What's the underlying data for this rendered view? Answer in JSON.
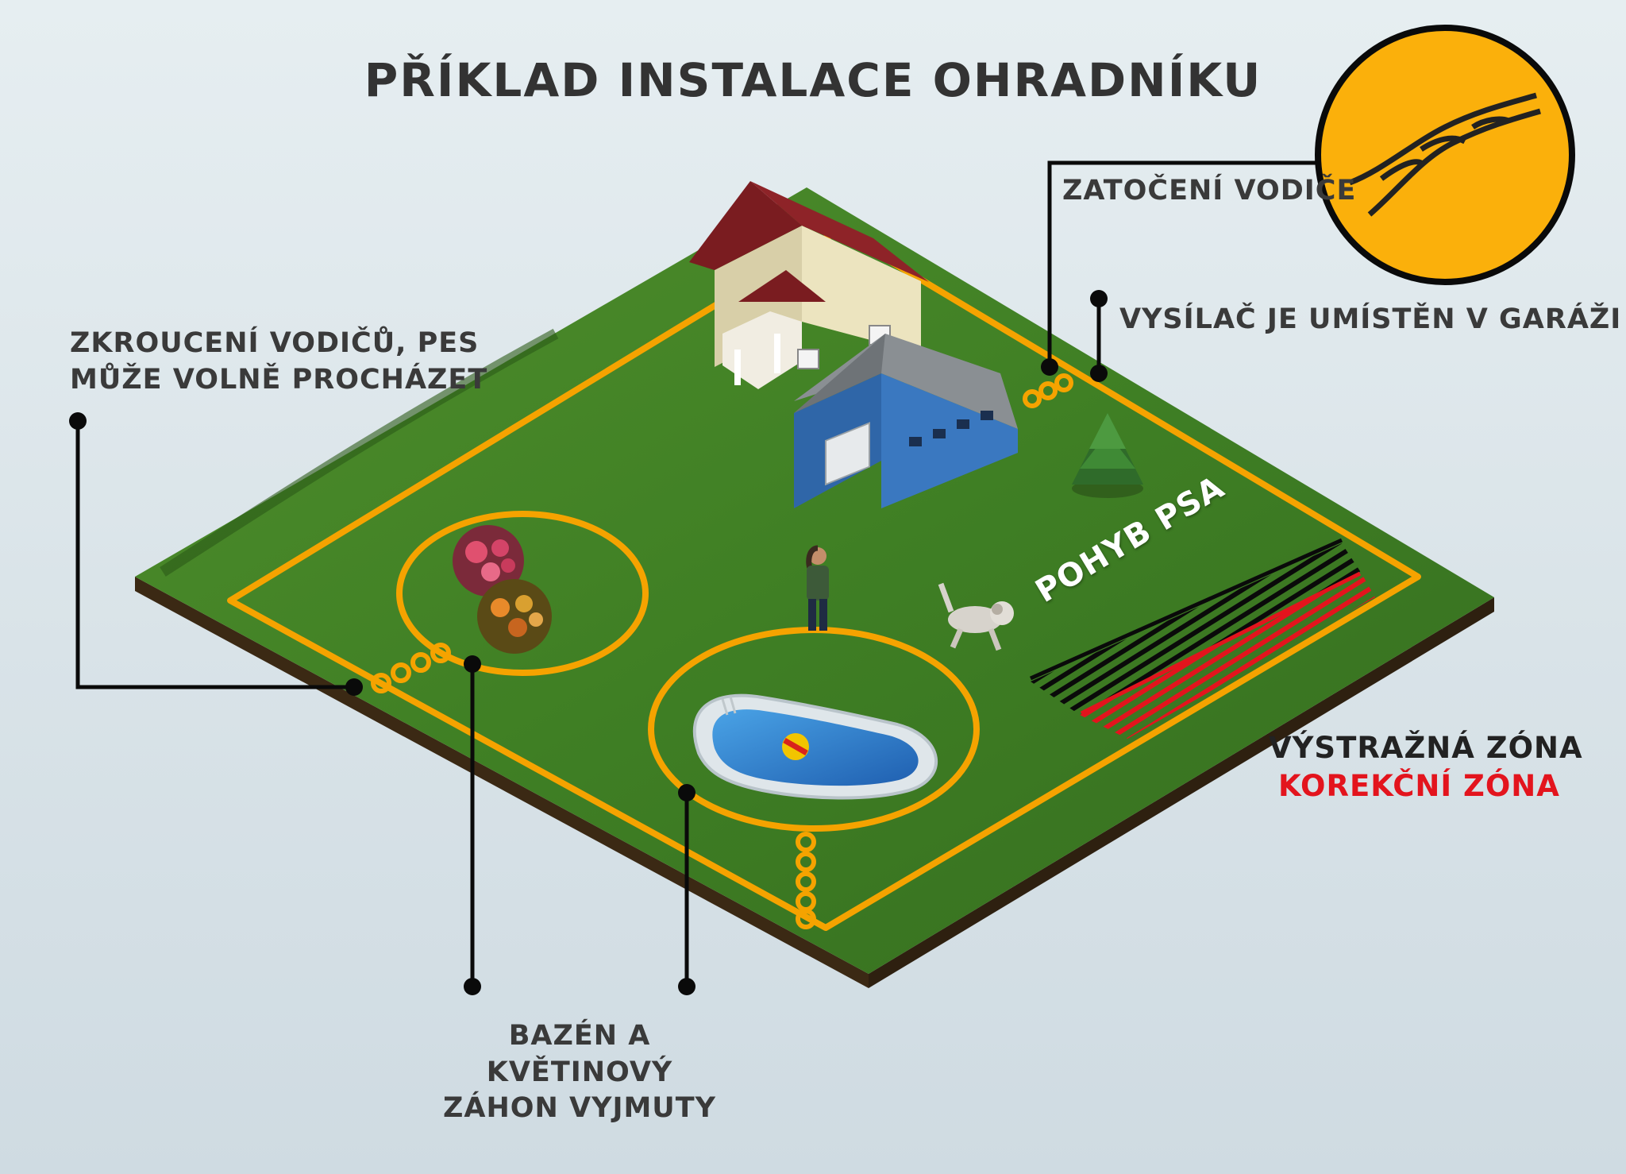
{
  "title": "PŘÍKLAD INSTALACE OHRADNÍKU",
  "labels": {
    "wire_twist": "ZATOČENÍ VODIČE",
    "transmitter": "VYSÍLAČ JE UMÍSTĚN V GARÁŽI",
    "crossing_line1": "ZKROUCENÍ VODIČŮ, PES",
    "crossing_line2": "MŮŽE VOLNĚ PROCHÁZET",
    "exempt_line1": "BAZÉN A KVĚTINOVÝ",
    "exempt_line2": "ZÁHON VYJMUTY",
    "dog_movement": "POHYB PSA",
    "warning_zone": "VÝSTRAŽNÁ ZÓNA",
    "correction_zone": "KOREKČNÍ ZÓNA"
  },
  "colors": {
    "wire": "#f5a300",
    "grass": "#3f7d25",
    "soil": "#3d2a16",
    "warning": "#111111",
    "correction": "#e3141d",
    "twist_badge": "#fbb00b"
  },
  "icons": [
    "house-icon",
    "garage-icon",
    "pool-icon",
    "flower-bush-icon",
    "tree-icon",
    "person-icon",
    "dog-icon",
    "twisted-wire-icon"
  ]
}
